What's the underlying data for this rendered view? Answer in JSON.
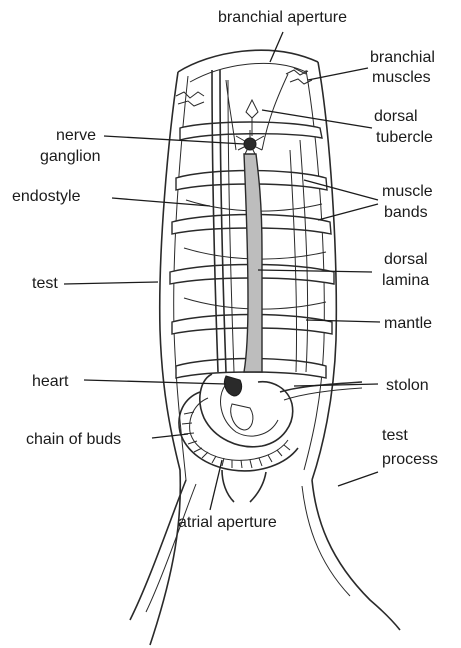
{
  "diagram": {
    "labels": {
      "branchial_aperture": "branchial aperture",
      "branchial_muscles_1": "branchial",
      "branchial_muscles_2": "muscles",
      "dorsal_tubercle_1": "dorsal",
      "dorsal_tubercle_2": "tubercle",
      "nerve_ganglion_1": "nerve",
      "nerve_ganglion_2": "ganglion",
      "endostyle": "endostyle",
      "muscle_bands_1": "muscle",
      "muscle_bands_2": "bands",
      "test": "test",
      "dorsal_lamina_1": "dorsal",
      "dorsal_lamina_2": "lamina",
      "mantle": "mantle",
      "heart": "heart",
      "stolon": "stolon",
      "chain_of_buds": "chain of buds",
      "test_process_1": "test",
      "test_process_2": "process",
      "atrial_aperture": "atrial aperture"
    }
  }
}
